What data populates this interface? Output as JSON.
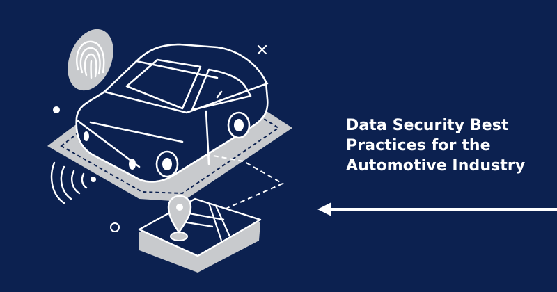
{
  "headline": {
    "lines": [
      "Data Security Best",
      "Practices for the",
      "Automotive Industry"
    ]
  },
  "colors": {
    "background": "#0c2150",
    "line": "#ffffff",
    "accent_gray": "#c8cacd"
  },
  "icons": [
    "fingerprint-icon",
    "car-icon",
    "map-pin-icon",
    "wifi-signal-icon",
    "close-icon",
    "arrow-left-icon"
  ]
}
